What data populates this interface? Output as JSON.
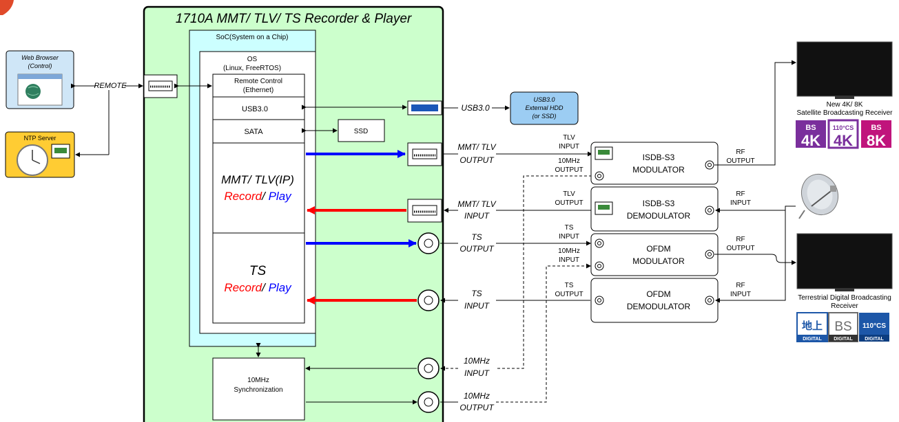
{
  "title": "1710A MMT/ TLV/ TS Recorder & Player",
  "soc_label": "SoC(System on a Chip)",
  "os": {
    "line1": "OS",
    "line2": "(Linux, FreeRTOS)"
  },
  "remote_control": {
    "line1": "Remote Control",
    "line2": "(Ethernet)"
  },
  "usb_label": "USB3.0",
  "sata_label": "SATA",
  "ssd_label": "SSD",
  "mmt_block": {
    "line1": "MMT/ TLV(IP)",
    "record": "Record",
    "slash": "/ ",
    "play": "Play"
  },
  "ts_block": {
    "line1": "TS",
    "record": "Record",
    "slash": "/ ",
    "play": "Play"
  },
  "sync_block": {
    "line1": "10MHz",
    "line2": "Synchronization"
  },
  "web_browser": {
    "line1": "Web Browser",
    "line2": "(Control)"
  },
  "ntp_server": "NTP Server",
  "remote_label": "REMOTE",
  "usb_ext_label": "USB3.0",
  "ext_hdd": {
    "line1": "USB3.0",
    "line2": "External HDD",
    "line3": "(or SSD)"
  },
  "ports": {
    "mmt_out": [
      "MMT/ TLV",
      "OUTPUT"
    ],
    "mmt_in": [
      "MMT/ TLV",
      "INPUT"
    ],
    "ts_out": [
      "TS",
      "OUTPUT"
    ],
    "ts_in": [
      "TS",
      "INPUT"
    ],
    "mhz_in": [
      "10MHz",
      "INPUT"
    ],
    "mhz_out": [
      "10MHz",
      "OUTPUT"
    ]
  },
  "devices": {
    "isdb_mod": {
      "line1": "ISDB-S3",
      "line2": "MODULATOR",
      "in1": [
        "TLV",
        "INPUT"
      ],
      "in2": [
        "10MHz",
        "OUTPUT"
      ],
      "out": [
        "RF",
        "OUTPUT"
      ]
    },
    "isdb_demod": {
      "line1": "ISDB-S3",
      "line2": "DEMODULATOR",
      "in1": [
        "TLV",
        "OUTPUT"
      ],
      "out": [
        "RF",
        "INPUT"
      ]
    },
    "ofdm_mod": {
      "line1": "OFDM",
      "line2": "MODULATOR",
      "in1": [
        "TS",
        "INPUT"
      ],
      "in2": [
        "10MHz",
        "INPUT"
      ],
      "out": [
        "RF",
        "OUTPUT"
      ]
    },
    "ofdm_demod": {
      "line1": "OFDM",
      "line2": "DEMODULATOR",
      "in1": [
        "TS",
        "OUTPUT"
      ],
      "out": [
        "RF",
        "INPUT"
      ]
    }
  },
  "receiver_4k8k": {
    "line1": "New 4K/ 8K",
    "line2": "Satellite Broadcasting Receiver"
  },
  "receiver_terr": {
    "line1": "Terrestrial Digital Broadcasting",
    "line2": "Receiver"
  },
  "logos_4k8k": [
    {
      "top": "BS",
      "bottom": "4K",
      "color": "#7a2f9c"
    },
    {
      "top": "110°CS",
      "bottom": "4K",
      "color": "#7a2f9c"
    },
    {
      "top": "BS",
      "bottom": "8K",
      "color": "#c0147c"
    }
  ],
  "logos_terr": [
    {
      "top": "地上",
      "bottom": "DIGITAL",
      "color": "#1d57a8"
    },
    {
      "top": "BS",
      "bottom": "DIGITAL",
      "color": "#6d6d6d"
    },
    {
      "top": "110°CS",
      "bottom": "DIGITAL",
      "color": "#1d57a8"
    }
  ],
  "colors": {
    "recorder_fill": "#ccffcc",
    "soc_fill": "#ccffff",
    "hdd_fill": "#9ccdf3",
    "ntp_fill": "#ffcc33",
    "web_fill": "#cfe6f7",
    "record": "#ff0000",
    "play": "#0000ff"
  }
}
